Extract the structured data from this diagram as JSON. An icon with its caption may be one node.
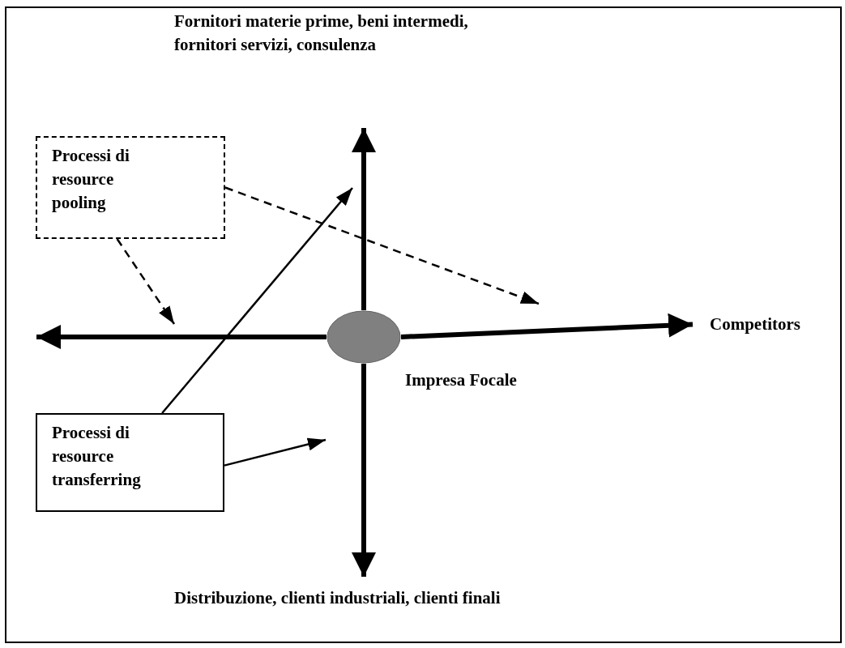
{
  "diagram": {
    "nodes": [
      {
        "text": [
          "Fornitori materie prime, beni intermedi, fornitori servizi, consulenza"
        ]
      },
      {
        "text": [
          "Processi di resource pooling"
        ]
      },
      {
        "text": [],
        "shape": "circle",
        "beside": [
          "Impresa Focale"
        ]
      },
      {
        "text": [
          "Competitors"
        ]
      },
      {
        "text": [
          "Processi di resource transferring"
        ]
      },
      {
        "text": [
          "Distribuzione, clienti industriali, clienti finali"
        ]
      }
    ],
    "edges": [
      {
        "from": 2,
        "to": 0,
        "arrow": "to",
        "style": "thick"
      },
      {
        "from": 2,
        "to": 3,
        "arrow": "to",
        "style": "thick"
      },
      {
        "from": 2,
        "to": 5,
        "arrow": "to",
        "style": "thick"
      },
      {
        "from": 2,
        "to": null,
        "arrow": "to",
        "style": "thick"
      },
      {
        "from": 1,
        "to": null,
        "arrow": "to",
        "style": "dashed"
      },
      {
        "from": 1,
        "to": null,
        "arrow": "to",
        "style": "dashed"
      },
      {
        "from": 4,
        "to": null,
        "arrow": "to"
      },
      {
        "from": 4,
        "to": null,
        "arrow": "to"
      }
    ]
  }
}
